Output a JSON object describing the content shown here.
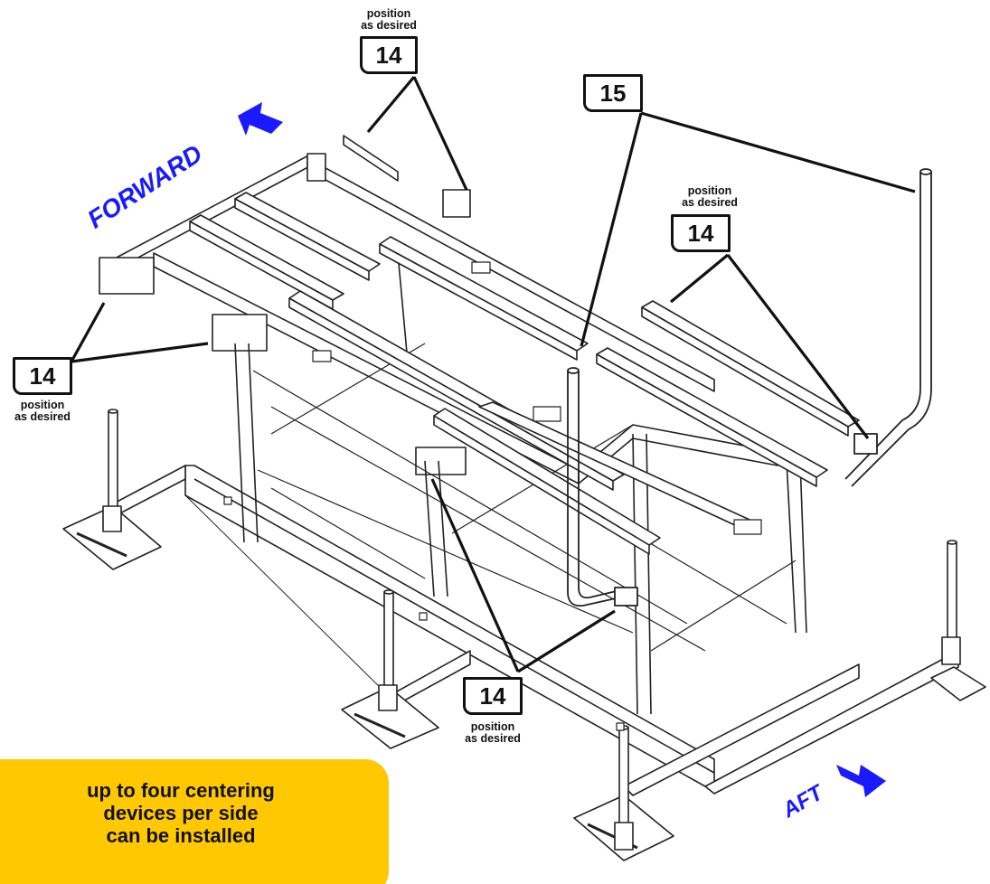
{
  "callouts": {
    "c14_top": "14",
    "c14_left": "14",
    "c14_right": "14",
    "c14_bottom": "14",
    "c15": "15"
  },
  "hints": {
    "position_as_desired": "position\nas desired"
  },
  "directions": {
    "forward": "FORWARD",
    "aft": "AFT"
  },
  "note": {
    "text": "up to four centering\ndevices per side\ncan be installed",
    "color": "#ffc800"
  },
  "colors": {
    "arrow": "#1a1aff",
    "line": "#111111"
  }
}
